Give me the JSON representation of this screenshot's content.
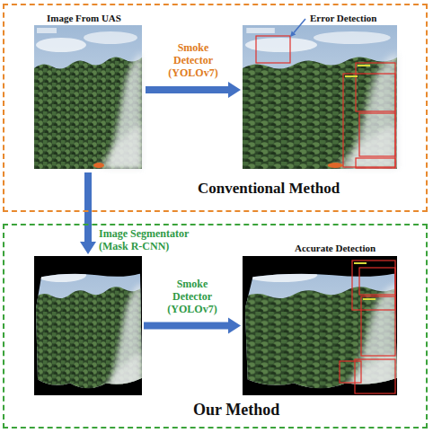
{
  "diagram": {
    "nodes": [
      {
        "text": [
          "Conventional Method"
        ]
      },
      {
        "text": [
          "Image From UAS"
        ],
        "in": 0
      },
      {
        "text": [
          "Error Detection"
        ],
        "in": 0
      },
      {
        "text": [
          "Our Method"
        ]
      },
      {
        "text": [],
        "in": 3
      },
      {
        "text": [
          "Accurate Detection"
        ],
        "in": 3
      }
    ],
    "edges": [
      {
        "from": 1,
        "to": 2,
        "arrow": "to",
        "label": "Smoke Detector (YOLOv7)"
      },
      {
        "from": 1,
        "to": 4,
        "arrow": "to",
        "label": "Image Segmentator (Mask R-CNN)"
      },
      {
        "from": 4,
        "to": 5,
        "arrow": "to",
        "label": "Smoke Detector (YOLOv7)"
      }
    ]
  }
}
